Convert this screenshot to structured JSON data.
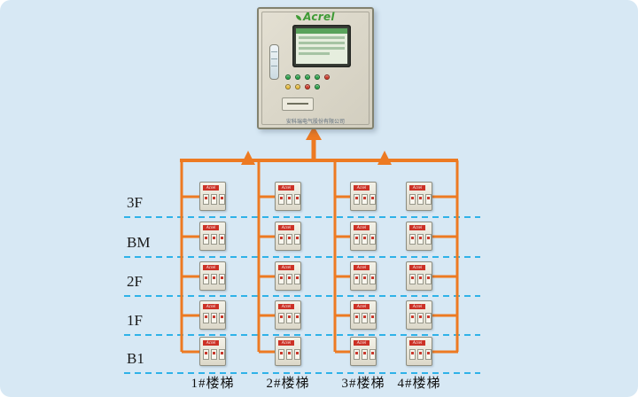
{
  "cabinet": {
    "brand": "Acrel",
    "footer_text": "安科瑞电气股份有限公司",
    "button_colors_row1": [
      "#2ba24a",
      "#2ba24a",
      "#2ba24a",
      "#2ba24a",
      "#cf3a2a"
    ],
    "button_colors_row2": [
      "#e8bd3e",
      "#e8bd3e",
      "#cf3a2a",
      "#2ba24a"
    ]
  },
  "floors": [
    {
      "label": "3F"
    },
    {
      "label": "BM"
    },
    {
      "label": "2F"
    },
    {
      "label": "1F"
    },
    {
      "label": "B1"
    }
  ],
  "staircases": [
    {
      "label": "1#楼梯"
    },
    {
      "label": "2#楼梯"
    },
    {
      "label": "3#楼梯"
    },
    {
      "label": "4#楼梯"
    }
  ],
  "device": {
    "brand_band": "Acrel"
  },
  "colors": {
    "background": "#d7e8f4",
    "wiring": "#ed7a22",
    "floor_line": "#2fb2e8",
    "cabinet_body": "#d9d5c6",
    "device_band": "#cc3126",
    "brand_green": "#3e9a35"
  }
}
